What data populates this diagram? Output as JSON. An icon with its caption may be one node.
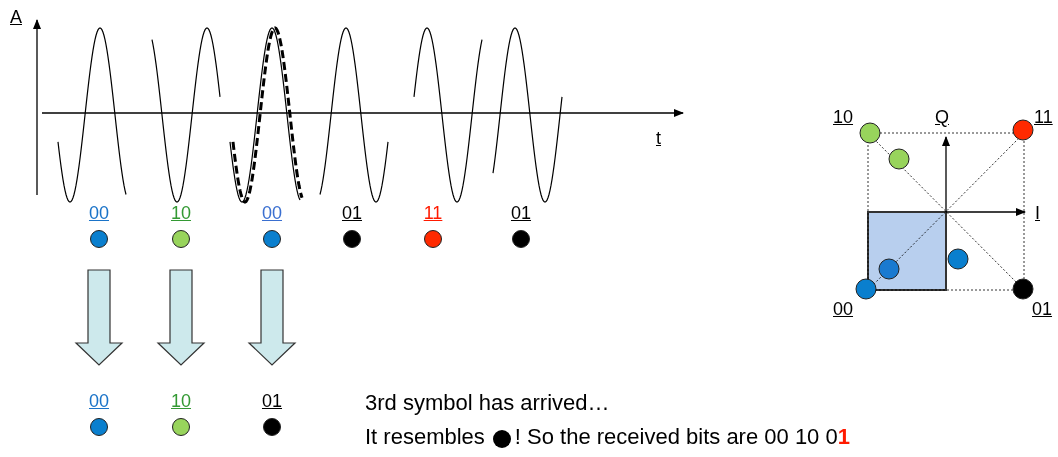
{
  "diagram": {
    "nodes": [
      {
        "text": [
          "00"
        ]
      },
      {
        "text": [
          "10"
        ]
      },
      {
        "text": [
          "00"
        ]
      },
      {
        "text": [
          "01"
        ]
      },
      {
        "text": [
          "11"
        ]
      },
      {
        "text": [
          "01"
        ]
      },
      {
        "text": [
          "00"
        ]
      },
      {
        "text": [
          "10"
        ]
      },
      {
        "text": [
          "01"
        ]
      }
    ],
    "edges": [
      {
        "from": 0,
        "to": 6,
        "arrow": "to"
      },
      {
        "from": 1,
        "to": 7,
        "arrow": "to"
      },
      {
        "from": 2,
        "to": 8,
        "arrow": "to"
      }
    ],
    "labels": [
      "A",
      "t",
      "10",
      "Q",
      "11",
      "I",
      "00",
      "01",
      "3rd symbol has arrived…",
      "It resembles",
      "! So the received bits are 00 10 0**1**"
    ]
  }
}
